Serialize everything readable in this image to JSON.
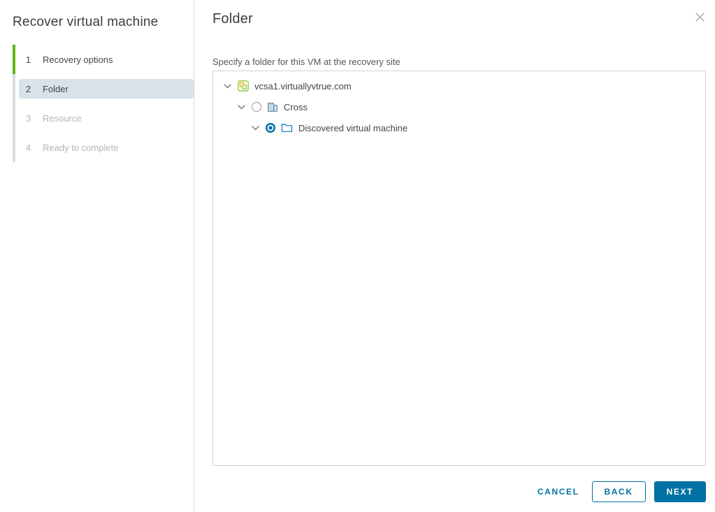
{
  "wizard": {
    "title": "Recover virtual machine",
    "steps": [
      {
        "num": "1",
        "label": "Recovery options",
        "state": "completed"
      },
      {
        "num": "2",
        "label": "Folder",
        "state": "current"
      },
      {
        "num": "3",
        "label": "Resource",
        "state": "disabled"
      },
      {
        "num": "4",
        "label": "Ready to complete",
        "state": "disabled"
      }
    ]
  },
  "main": {
    "title": "Folder",
    "instruction": "Specify a folder for this VM at the recovery site"
  },
  "tree": {
    "items": [
      {
        "label": "vcsa1.virtuallyvtrue.com",
        "icon": "vcenter-icon",
        "level": 0,
        "expanded": true,
        "radio": "none"
      },
      {
        "label": "Cross",
        "icon": "datacenter-icon",
        "level": 1,
        "expanded": true,
        "radio": "unselected"
      },
      {
        "label": "Discovered virtual machine",
        "icon": "folder-icon",
        "level": 2,
        "expanded": true,
        "radio": "selected"
      }
    ]
  },
  "footer": {
    "cancel": "CANCEL",
    "back": "BACK",
    "next": "NEXT"
  },
  "colors": {
    "primary_blue": "#0072a3",
    "progress_green": "#60b515",
    "step_selected_bg": "#d8e3e9",
    "folder_icon_blue": "#0079b8",
    "vcenter_icon_green": "#8dc63f",
    "vcenter_icon_yellow": "#f0ab00"
  }
}
